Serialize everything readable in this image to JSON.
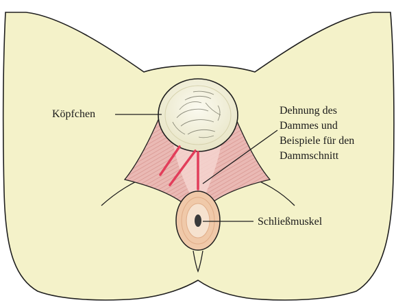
{
  "labels": {
    "head": "Köpfchen",
    "stretch": [
      "Dehnung des",
      "Dammes und",
      "Beispiele für den",
      "Dammschnitt"
    ],
    "sphincter": "Schließmuskel"
  },
  "colors": {
    "skin": "#f4f2c9",
    "outline": "#1e1e1e",
    "muscle": "#e9b5b1",
    "muscle_stripe": "#cf8d88",
    "cut_line": "#e23d5a",
    "head_fill": "#f3f1dc",
    "anus_ring_outer": "#f0c9a9",
    "anus_ring_inner": "#f6e2cf"
  }
}
